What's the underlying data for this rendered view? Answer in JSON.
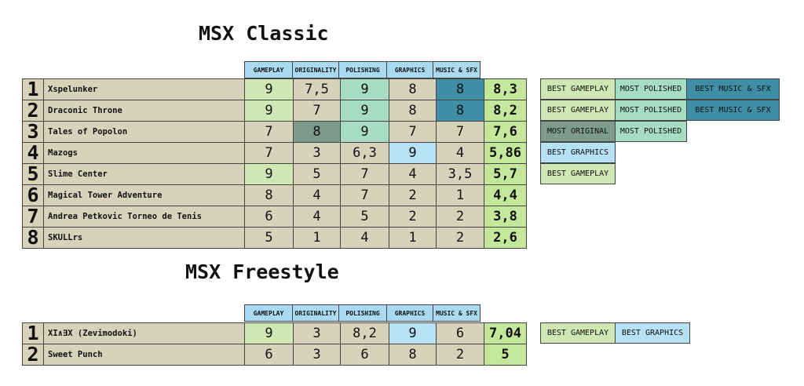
{
  "classic": {
    "title": "MSX Classic",
    "headers": [
      "GAMEPLAY",
      "ORIGINALITY",
      "POLISHING",
      "GRAPHICS",
      "MUSIC & SFX"
    ],
    "rows": [
      {
        "rank": "1",
        "name": "Xspelunker",
        "scores": [
          "9",
          "7,5",
          "9",
          "8",
          "8"
        ],
        "total": "8,3",
        "highlights": [
          "gameplay",
          "",
          "polish",
          "",
          "music"
        ],
        "awards": [
          "BEST GAMEPLAY",
          "MOST POLISHED",
          "BEST MUSIC & SFX"
        ]
      },
      {
        "rank": "2",
        "name": "Draconic Throne",
        "scores": [
          "9",
          "7",
          "9",
          "8",
          "8"
        ],
        "total": "8,2",
        "highlights": [
          "gameplay",
          "",
          "polish",
          "",
          "music"
        ],
        "awards": [
          "BEST GAMEPLAY",
          "MOST POLISHED",
          "BEST MUSIC & SFX"
        ]
      },
      {
        "rank": "3",
        "name": "Tales of Popolon",
        "scores": [
          "7",
          "8",
          "9",
          "7",
          "7"
        ],
        "total": "7,6",
        "highlights": [
          "",
          "original",
          "polish",
          "",
          ""
        ],
        "awards": [
          "MOST ORIGINAL",
          "MOST POLISHED"
        ]
      },
      {
        "rank": "4",
        "name": "Mazogs",
        "scores": [
          "7",
          "3",
          "6,3",
          "9",
          "4"
        ],
        "total": "5,86",
        "highlights": [
          "",
          "",
          "",
          "graphics",
          ""
        ],
        "awards": [
          "BEST GRAPHICS"
        ]
      },
      {
        "rank": "5",
        "name": "Slime Center",
        "scores": [
          "9",
          "5",
          "7",
          "4",
          "3,5"
        ],
        "total": "5,7",
        "highlights": [
          "gameplay",
          "",
          "",
          "",
          ""
        ],
        "awards": [
          "BEST GAMEPLAY"
        ]
      },
      {
        "rank": "6",
        "name": "Magical Tower Adventure",
        "scores": [
          "8",
          "4",
          "7",
          "2",
          "1"
        ],
        "total": "4,4",
        "highlights": [
          "",
          "",
          "",
          "",
          ""
        ],
        "awards": []
      },
      {
        "rank": "7",
        "name": "Andrea Petkovic Torneo de Tenis",
        "scores": [
          "6",
          "4",
          "5",
          "2",
          "2"
        ],
        "total": "3,8",
        "highlights": [
          "",
          "",
          "",
          "",
          ""
        ],
        "awards": []
      },
      {
        "rank": "8",
        "name": "SKULLrs",
        "scores": [
          "5",
          "1",
          "4",
          "1",
          "2"
        ],
        "total": "2,6",
        "highlights": [
          "",
          "",
          "",
          "",
          ""
        ],
        "awards": []
      }
    ]
  },
  "freestyle": {
    "title": "MSX Freestyle",
    "headers": [
      "GAMEPLAY",
      "ORIGINALITY",
      "POLISHING",
      "GRAPHICS",
      "MUSIC & SFX"
    ],
    "rows": [
      {
        "rank": "1",
        "name": "XI∧∃X (Zevimodoki)",
        "scores": [
          "9",
          "3",
          "8,2",
          "9",
          "6"
        ],
        "total": "7,04",
        "highlights": [
          "gameplay",
          "",
          "",
          "graphics",
          ""
        ],
        "awards": [
          "BEST GAMEPLAY",
          "BEST GRAPHICS"
        ]
      },
      {
        "rank": "2",
        "name": "Sweet Punch",
        "scores": [
          "6",
          "3",
          "6",
          "8",
          "2"
        ],
        "total": "5",
        "highlights": [
          "",
          "",
          "",
          "",
          ""
        ],
        "awards": []
      }
    ]
  },
  "colors": {
    "gameplay": "#cfe7b3",
    "original": "#7d9a8c",
    "polish": "#a6dcc1",
    "graphics": "#b7e1f4",
    "music": "#3f8ea6",
    "total": "#c3e89c",
    "cell": "#d8d2bb",
    "header": "#a9daf2"
  }
}
